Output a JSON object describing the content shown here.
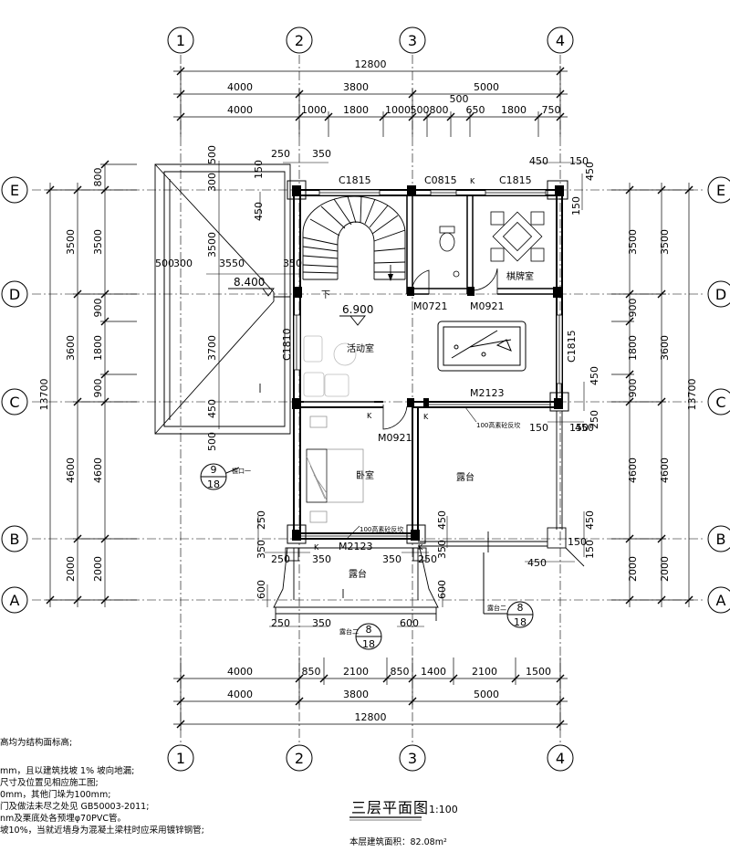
{
  "title": "三层平面图",
  "scale": "1:100",
  "area_label": "本层建筑面积：82.08m²",
  "axes_vertical": [
    "1",
    "2",
    "3",
    "4"
  ],
  "axes_horizontal": [
    "E",
    "D",
    "C",
    "B",
    "A"
  ],
  "dims_top": {
    "overall": "12800",
    "row2": [
      "4000",
      "3800",
      "5000"
    ],
    "row3_extra": "500",
    "row4": [
      "4000",
      "1000",
      "1800",
      "1000",
      "500",
      "800",
      "650",
      "1800",
      "750"
    ]
  },
  "dims_bottom": {
    "row1": [
      "4000",
      "850",
      "2100",
      "850",
      "1400",
      "2100",
      "1500"
    ],
    "row2": [
      "4000",
      "3800",
      "5000"
    ],
    "overall": "12800"
  },
  "dims_left": {
    "outer": [
      "3500",
      "3600",
      "4600",
      "2000"
    ],
    "inner": [
      "800",
      "3500",
      "900",
      "1800",
      "900",
      "4600",
      "2000"
    ],
    "total": "13700"
  },
  "dims_right": {
    "outer": [
      "3500",
      "3600",
      "4600",
      "2000"
    ],
    "inner": [
      "3500",
      "900",
      "1800",
      "900",
      "4600",
      "2000"
    ],
    "total": "13700"
  },
  "roof_dims": [
    "500",
    "300",
    "3550",
    "350",
    "3500",
    "3700",
    "500",
    "500",
    "300",
    "450"
  ],
  "small_dims": [
    "250",
    "350",
    "450",
    "150",
    "150",
    "450",
    "450",
    "150",
    "250",
    "350",
    "350",
    "250",
    "450",
    "150",
    "250",
    "350",
    "600",
    "600",
    "600",
    "250",
    "350",
    "450",
    "350",
    "450",
    "150",
    "250",
    "450",
    "150",
    "450",
    "150"
  ],
  "elevations": [
    "8.400",
    "6.900"
  ],
  "rooms": {
    "activity": "活动室",
    "chess": "棋牌室",
    "bedroom": "卧室",
    "terrace1": "露台",
    "terrace2": "露台"
  },
  "windows": [
    "C1815",
    "C0815",
    "C1815",
    "C1810",
    "C1815"
  ],
  "doors": [
    "M0721",
    "M0921",
    "M2123",
    "M0921",
    "M2123"
  ],
  "sill_notes": [
    "100高素砼反坎",
    "100高素砼反坎"
  ],
  "detail_refs": [
    {
      "num": "9",
      "sheet": "18",
      "caption": "檐口一"
    },
    {
      "num": "8",
      "sheet": "18",
      "caption": "露台二"
    },
    {
      "num": "8",
      "sheet": "18",
      "caption": "露台二"
    }
  ],
  "down_mark": "下",
  "k_marks": [
    "K",
    "K",
    "K",
    "K",
    "K"
  ],
  "notes": [
    "高均为结构面标高;",
    "mm，且以建筑找坡 1% 坡向地漏;",
    "尺寸及位置见相应施工图;",
    "0mm，其他门垛为100mm;",
    "门及做法未尽之处见 GB50003-2011;",
    "nm及栗底处各预埋φ70PVC管。",
    "坡10%，当就近墙身为混凝土梁柱时应采用镀锌钢管;"
  ]
}
